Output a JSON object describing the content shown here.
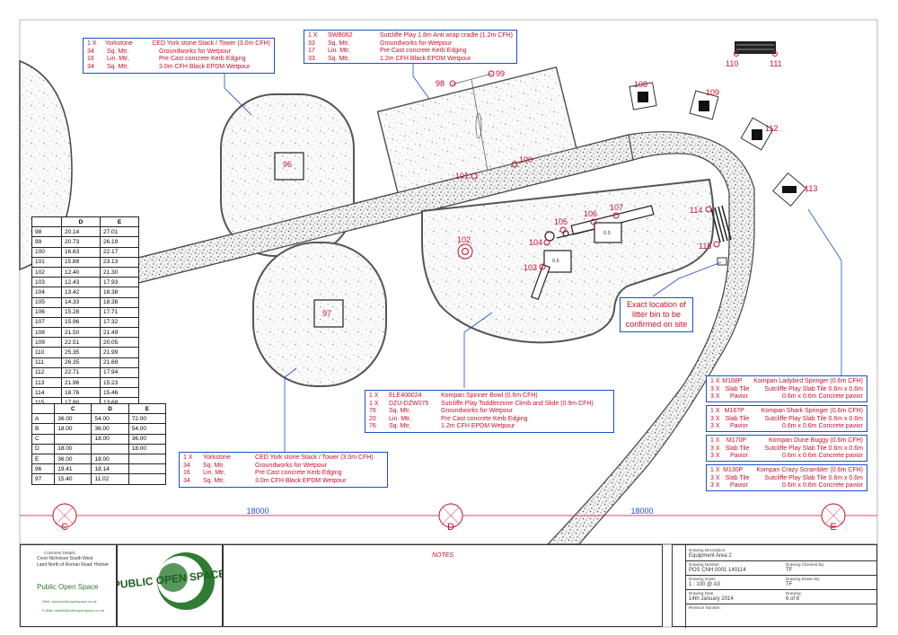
{
  "notes": {
    "stack_top": [
      [
        "1 X",
        "Yorkstone",
        "CED York stone Stack / Tower (3.0m CFH)"
      ],
      [
        "34",
        "Sq. Mtr,",
        "Groundworks for Wetpour"
      ],
      [
        "16",
        "Lin. Mtr,",
        "Pre Cast concrete Kerb Edging"
      ],
      [
        "34",
        "Sq. Mtr,",
        "3.0m CFH Black EPDM Wetpour"
      ]
    ],
    "cradle": [
      [
        "1 X",
        "SWB062",
        "Sutcliffe Play 1.8m Anti wrap cradle (1.2m CFH)"
      ],
      [
        "33",
        "Sq. Mtr,",
        "Groundworks for Wetpour"
      ],
      [
        "17",
        "Lin. Mtr,",
        "Pre Cast concrete Kerb Edging"
      ],
      [
        "33",
        "Sq. Mtr,",
        "1.2m CFH Black EPDM Wetpour"
      ]
    ],
    "spinner": [
      [
        "1 X",
        "ELE400024",
        "Kompan Spinner Bowl (0.6m CFH)"
      ],
      [
        "1 X",
        "DZU-DZW075",
        "Sutcliffe Play Toddlerzone Climb and Slide (0.9m CFH)"
      ],
      [
        "76",
        "Sq. Mtr,",
        "Groundworks for Wetpour"
      ],
      [
        "20",
        "Lin. Mtr,",
        "Pre Cast concrete Kerb Edging"
      ],
      [
        "76",
        "Sq. Mtr,",
        "1.2m CFH EPDM Wetpour"
      ]
    ],
    "stack_bottom": [
      [
        "1 X",
        "Yorkstone",
        "CED York stone Stack / Tower (3.0m CFH)"
      ],
      [
        "34",
        "Sq. Mtr,",
        "Groundworks for Wetpour"
      ],
      [
        "16",
        "Lin. Mtr,",
        "Pre Cast concrete Kerb Edging"
      ],
      [
        "34",
        "Sq. Mtr,",
        "3.0m CFH Black EPDM Wetpour"
      ]
    ],
    "ladybird": [
      [
        "1 X",
        "M168P",
        "Kompan Ladybird Springer (0.6m CFH)"
      ],
      [
        "3 X",
        "Slab Tile",
        "Sutcliffe Play Slab Tile 0.6m x 0.6m"
      ],
      [
        "3 X",
        "Pavior",
        "0.6m x 0.6m Concrete pavior"
      ]
    ],
    "shark": [
      [
        "1 X",
        "M167P",
        "Kompan Shark Springer (0.6m CFH)"
      ],
      [
        "3 X",
        "Slab Tile",
        "Sutcliffe Play Slab Tile 0.6m x 0.6m"
      ],
      [
        "3 X",
        "Pavior",
        "0.6m x 0.6m Concrete pavior"
      ]
    ],
    "buggy": [
      [
        "1 X",
        "M170P",
        "Kompan Dune Buggy (0.6m CFH)"
      ],
      [
        "3 X",
        "Slab Tile",
        "Sutcliffe Play Slab Tile 0.6m x 0.6m"
      ],
      [
        "3 X",
        "Pavior",
        "0.6m x 0.6m Concrete pavior"
      ]
    ],
    "scrambler": [
      [
        "1 X",
        "M130P",
        "Kompan Crazy Scrambler (0.6m CFH)"
      ],
      [
        "3 X",
        "Slab Tile",
        "Sutcliffe Play Slab Tile 0.6m x 0.6m"
      ],
      [
        "3 X",
        "Pavior",
        "0.6m x 0.6m Concrete pavior"
      ]
    ]
  },
  "litter_note": [
    "Exact location of",
    "litter bin to be",
    "confirmed on site"
  ],
  "table1": {
    "headers": [
      "",
      "D",
      "E"
    ],
    "rows": [
      [
        "98",
        "20.14",
        "27.01"
      ],
      [
        "99",
        "20.73",
        "26.19"
      ],
      [
        "100",
        "16.63",
        "22.17"
      ],
      [
        "101",
        "15.89",
        "23.13"
      ],
      [
        "102",
        "12.40",
        "21.30"
      ],
      [
        "103",
        "12.43",
        "17.93"
      ],
      [
        "104",
        "13.42",
        "18.38"
      ],
      [
        "105",
        "14.33",
        "18.38"
      ],
      [
        "106",
        "15.28",
        "17.71"
      ],
      [
        "107",
        "15.96",
        "17.32"
      ],
      [
        "108",
        "21.50",
        "21.49"
      ],
      [
        "109",
        "22.51",
        "20.05"
      ],
      [
        "110",
        "25.35",
        "21.99"
      ],
      [
        "111",
        "26.35",
        "21.69"
      ],
      [
        "112",
        "22.71",
        "17.94"
      ],
      [
        "113",
        "21.96",
        "15.23"
      ],
      [
        "114",
        "18.76",
        "15.46"
      ],
      [
        "115",
        "17.80",
        "13.68"
      ]
    ]
  },
  "table2": {
    "headers": [
      "",
      "C",
      "D",
      "E"
    ],
    "rows": [
      [
        "A",
        "36.00",
        "54.00",
        "72.00"
      ],
      [
        "B",
        "18.00",
        "36.00",
        "54.00"
      ],
      [
        "C",
        "",
        "18.00",
        "36.00"
      ],
      [
        "D",
        "18.00",
        "",
        "18.00"
      ],
      [
        "E",
        "36.00",
        "18.00",
        ""
      ],
      [
        "96",
        "19.41",
        "18.14",
        ""
      ],
      [
        "97",
        "15.40",
        "11.02",
        ""
      ]
    ]
  },
  "markers": {
    "m96": "96",
    "m97": "97",
    "m98": "98",
    "m99": "99",
    "m100": "100",
    "m101": "101",
    "m102": "102",
    "m103": "103",
    "m104": "104",
    "m105": "105",
    "m106": "106",
    "m107": "107",
    "m108": "108",
    "m109": "109",
    "m110": "110",
    "m111": "111",
    "m112": "112",
    "m113": "113",
    "m114": "114",
    "m115": "115"
  },
  "equipment_labels": {
    "slide_a": "0.9",
    "slide_b": "0.6"
  },
  "gridlines": {
    "c": "C",
    "d": "D",
    "e": "E",
    "dim1": "18000",
    "dim2": "18000"
  },
  "titleblock": {
    "customer_label": "Customer Details:",
    "customer_name": "Crest Nicholson South West",
    "customer_site": "Land North of Roman Road: Holmer",
    "company": "Public Open Space",
    "web": "Web: www.publicopenspace.co.uk",
    "email": "E-Mail: daniel@publicopenspace.co.uk",
    "logo": "PUBLIC OPEN SPACE",
    "notes_title": "NOTES",
    "desc_label": "Drawing Description:",
    "desc": "Equipment Area 2",
    "number_label": "Drawing Number:",
    "number": "POS CNH 0001 140114",
    "checked_label": "Drawing Checked By:",
    "checked": "TF",
    "scale_label": "Drawing Scale:",
    "scale": "1 : 100 @ A3",
    "drawn_label": "Drawing Drawn By:",
    "drawn": "TF",
    "date_label": "Drawing Date:",
    "date": "14th January 2014",
    "sheet_label": "Drawing:",
    "sheet": "6 of 8",
    "revision_label": "Revision Number:"
  },
  "colors": {
    "ink": "#333333",
    "red": "#c8102e",
    "blue": "#1a4fd1",
    "green": "#2e7d32"
  }
}
